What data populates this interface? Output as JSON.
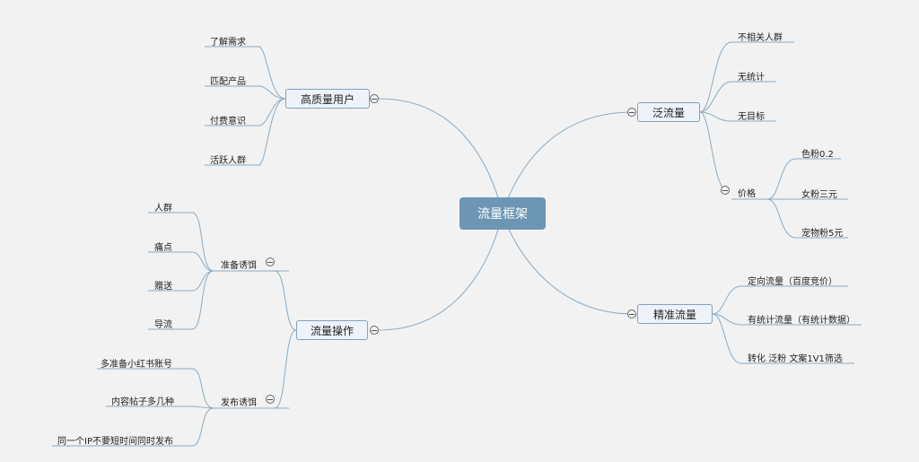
{
  "mindmap": {
    "center": "流量框架",
    "branches": {
      "high_quality_users": {
        "label": "高质量用户",
        "children": [
          "了解需求",
          "匹配产品",
          "付费意识",
          "活跃人群"
        ]
      },
      "traffic_ops": {
        "label": "流量操作",
        "prepare_bait": {
          "label": "准备诱饵",
          "children": [
            "人群",
            "痛点",
            "赠送",
            "导流"
          ]
        },
        "publish_bait": {
          "label": "发布诱饵",
          "children": [
            "多准备小红书账号",
            "内容帖子多几种",
            "同一个IP不要短时间同时发布"
          ]
        }
      },
      "broad_traffic": {
        "label": "泛流量",
        "children": [
          "不相关人群",
          "无统计",
          "无目标"
        ],
        "price": {
          "label": "价格",
          "children": [
            "色粉0.2",
            "女粉三元",
            "宠物粉5元"
          ]
        }
      },
      "precise_traffic": {
        "label": "精准流量",
        "children": [
          "定向流量（百度竞价）",
          "有统计流量（有统计数据）",
          "转化 泛粉 文案1V1筛选"
        ]
      }
    }
  },
  "colors": {
    "background": "#f2f2f2",
    "center_fill": "#6d96b4",
    "main_fill": "#edf3f8",
    "main_border": "#7fa3c0",
    "connector": "#8aabc4"
  }
}
